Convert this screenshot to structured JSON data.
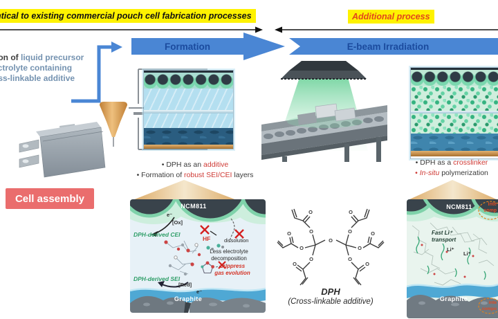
{
  "header": {
    "identical_label": "ntical to existing commercial pouch cell fabrication processes",
    "additional_label": "Additional process"
  },
  "process_banners": {
    "formation": "Formation",
    "ebeam": "E-beam Irradiation"
  },
  "injection_note": {
    "line1_dark": "tion of ",
    "line1_blue": "liquid precursor",
    "line2": "ectrolyte containing",
    "line3": "oss-linkable additive"
  },
  "cell_assembly": {
    "label": "Cell assembly"
  },
  "formation_notes": {
    "b1_pre": "• DPH as an ",
    "b1_red": "additive",
    "b2_pre": "• Formation of ",
    "b2_red": "robust SEI/CEI",
    "b2_post": " layers"
  },
  "ebeam_notes": {
    "b1_pre": "• DPH as a ",
    "b1_red": "crosslinker",
    "b2_bullet": "• ",
    "b2_red": "In-situ",
    "b2_post": " polymerization"
  },
  "sei_panel": {
    "cathode": "NCM811",
    "electron_ox": "e⁻",
    "ox": "[Ox]",
    "cei": "DPH-derived CEI",
    "hf": "HF",
    "dissolution": "dissolution",
    "less1": "Less electrolyte",
    "less2": "decomposition",
    "suppress1": "Suppress",
    "suppress2": "gas evolution",
    "sei": "DPH-derived SEI",
    "red": "[Red]",
    "electron_red": "e⁻",
    "anode": "Graphite"
  },
  "dph": {
    "name": "DPH",
    "caption": "(Cross-linkable additive)",
    "atom_o": "O"
  },
  "network_panel": {
    "cathode": "NCM811",
    "fast1": "Fast Li⁺",
    "fast2": "transport",
    "li1": "Li⁺",
    "li2": "Li⁺",
    "anode": "Graphite",
    "label_top1": "Inte",
    "label_top2": "comp",
    "label_bottom1": "inte",
    "label_bottom2": "compo"
  },
  "colors": {
    "banner_blue": "#4a86d4",
    "banner_text_blue": "#1b4b9e",
    "highlight_yellow": "#fef200",
    "keyword_red": "#cf3a35",
    "additional_red": "#e2461c",
    "assembly_red": "#ea6d6d",
    "derived_green": "#2f9e68",
    "interface_orange": "#e04a22"
  }
}
